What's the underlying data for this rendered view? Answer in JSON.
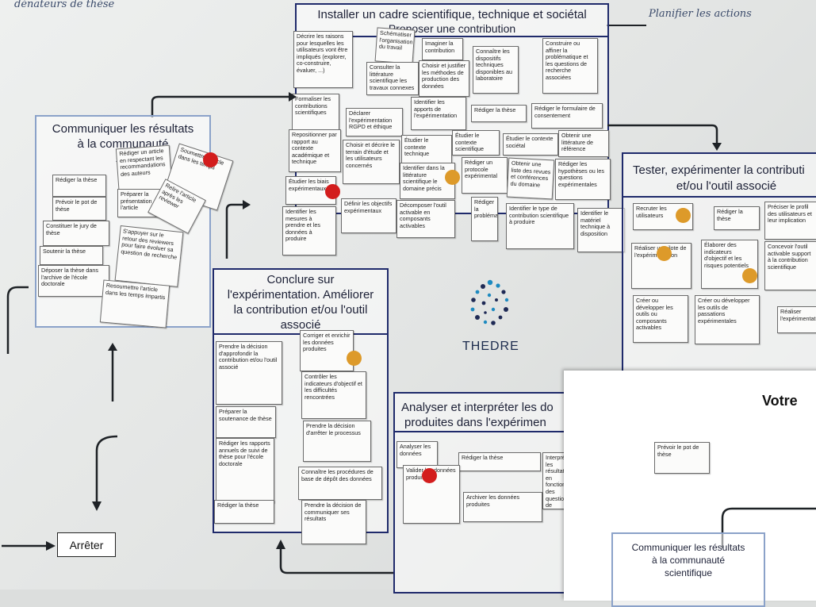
{
  "handwriting": {
    "top_left": "dénateurs de thèse",
    "top_right": "Planifier les actions"
  },
  "boxes": {
    "install": {
      "title_line1": "Installer un cadre scientifique, technique et sociétal",
      "title_line2": "Proposer une contribution"
    },
    "communicate": {
      "title_line1": "Communiquer les résultats",
      "title_line2": "à la communauté",
      "title_line3": "sci"
    },
    "test": {
      "title_line1": "Tester, expérimenter la contributi",
      "title_line2": "et/ou l'outil associé"
    },
    "conclude": {
      "title_line1": "Conclure sur",
      "title_line2": "l'expérimentation. Améliorer",
      "title_line3": "la contribution et/ou l'outil",
      "title_line4": "associé"
    },
    "analyze": {
      "title_line1": "Analyser et interpréter les do",
      "title_line2": "produites dans l'expérimen"
    }
  },
  "logo": {
    "text": "THEDRE"
  },
  "stop_label": "Arrêter",
  "frame": {
    "title": "Votre",
    "card": "Prévoir le pot de thèse",
    "box_line1": "Communiquer les résultats",
    "box_line2": "à la communauté",
    "box_line3": "scientifique"
  },
  "cards": {
    "c1": "Décrire les raisons pour lesquelles les utilisateurs vont être impliqués (explorer, co-construire, évaluer, ...)",
    "c2": "Schématiser l'organisation du travail",
    "c3": "Imaginer la contribution",
    "c4": "Consulter la littérature scientifique les travaux connexes",
    "c5": "Choisir et justifier les méthodes de production des données",
    "c6": "Connaître les dispositifs techniques disponibles au laboratoire",
    "c7": "Construire ou affiner la problématique et les questions de recherche associées",
    "c8": "Formaliser les contributions scientifiques",
    "c9": "Déclarer l'expérimentation RGPD et éthique",
    "c10": "Identifier les apports de l'expérimentation",
    "c11": "Rédiger la thèse",
    "c12": "Rédiger le formulaire de consentement",
    "c13": "Repositionner par rapport au contexte académique et technique",
    "c14": "Choisir et décrire le terrain d'étude et les utilisateurs concernés",
    "c15": "Étudier le contexte technique",
    "c16": "Étudier le contexte scientifique",
    "c17": "Étudier le contexte sociétal",
    "c18": "Obtenir une littérature de référence",
    "c19": "Identifier dans la littérature scientifique le domaine précis",
    "c20": "Rédiger un protocole expérimental",
    "c21": "Obtenir une liste des revues et conférences du domaine",
    "c22": "Rédiger les hypothèses ou les questions expérimentales",
    "c23": "Étudier les biais expérimentaux",
    "c24": "Définir les objectifs expérimentaux",
    "c25": "Identifier les mesures à prendre et les données à produire",
    "c26": "Décomposer l'outil activable en composants activables",
    "c27": "Rédiger la problématique",
    "c28": "Identifier le type de contribution scientifique à produire",
    "c29": "Identifier le matériel technique à disposition",
    "m1": "Rédiger un article en respectant les recommandations des auteurs",
    "m2": "Soumettre l'article dans les temps",
    "m3": "Préparer la présentation de l'article",
    "m4": "Rédiger la thèse",
    "m5": "Prévoir le pot de thèse",
    "m6": "Relire l'article après les reviewer",
    "m7": "Constituer le jury de thèse",
    "m8": "Soutenir la thèse",
    "m9": "Déposer la thèse dans l'archive de l'école doctorale",
    "m10": "S'appuyer sur le retour des reviewers pour faire évoluer sa question de recherche",
    "m11": "Resoumettre l'article dans les temps impartis",
    "t1": "Recruter les utilisateurs",
    "t2": "Rédiger la thèse",
    "t3": "Préciser le profil des utilisateurs et leur implication",
    "t4": "Réaliser un pilote de l'expérimentation",
    "t5": "Élaborer des indicateurs d'objectif et les risques potentiels",
    "t6": "Concevoir l'outil activable support à la contribution scientifique",
    "t7": "Créer ou développer les outils ou composants activables",
    "t8": "Créer ou développer les outils de passations expérimentales",
    "t9": "Réaliser l'expérimentation",
    "k1": "Prendre la décision d'approfondir la contribution et/ou l'outil associé",
    "k2": "Préparer la soutenance de thèse",
    "k3": "Rédiger les rapports annuels de suivi de thèse pour l'école doctorale",
    "k4": "Rédiger la thèse",
    "k5": "Corriger et enrichir les données produites",
    "k6": "Contrôler les indicateurs d'objectif et les difficultés rencontrées",
    "k7": "Prendre la décision d'arrêter le processus",
    "k8": "Connaître les procédures de base de dépôt des données",
    "k9": "Prendre la décision de communiquer ses résultats",
    "a1": "Analyser les données",
    "a2": "Rédiger la thèse",
    "a3": "Interpréter les résultats en fonction des questions de recherche",
    "a4": "Valider les données produites",
    "a5": "Archiver les données produites"
  },
  "colors": {
    "box_border": "#1f2a6b",
    "red_dot": "#d31d1d",
    "orange_dot": "#dd9a2a"
  }
}
